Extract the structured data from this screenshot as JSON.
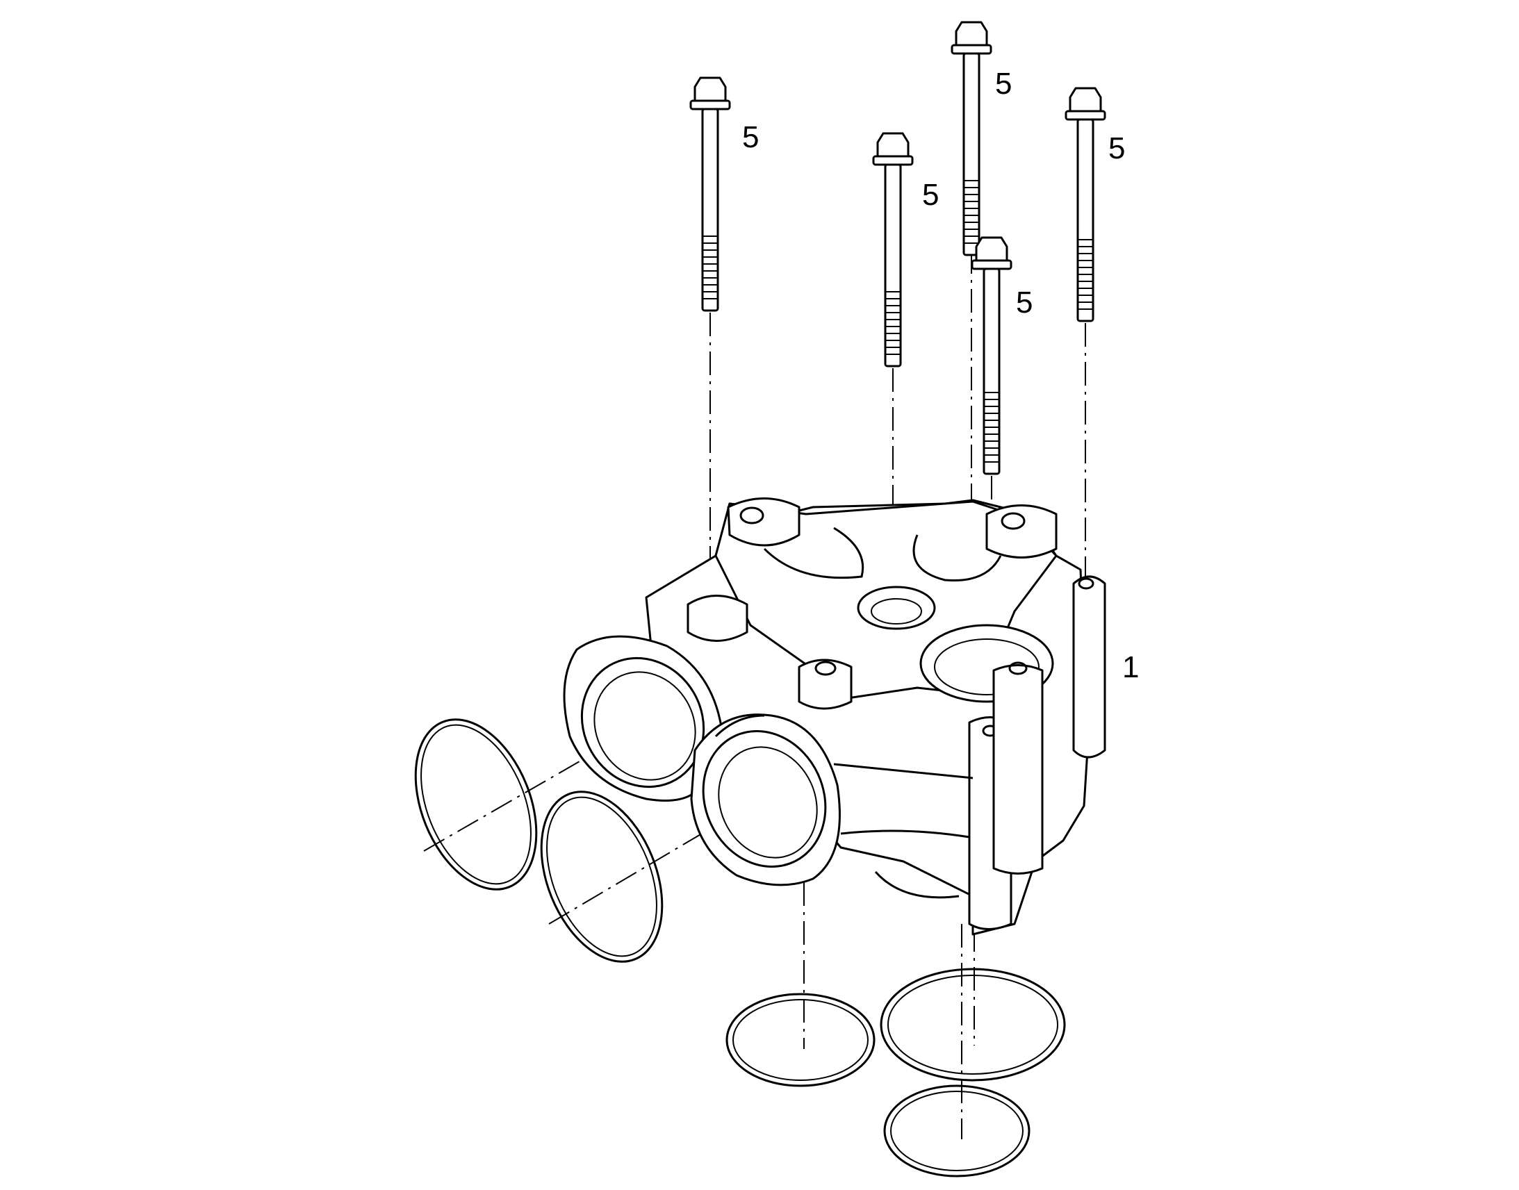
{
  "callouts": {
    "bolt_a": "5",
    "bolt_b": "5",
    "bolt_c": "5",
    "bolt_d": "5",
    "bolt_e": "5",
    "housing": "1"
  },
  "colors": {
    "line": "#000000",
    "background": "#ffffff"
  }
}
